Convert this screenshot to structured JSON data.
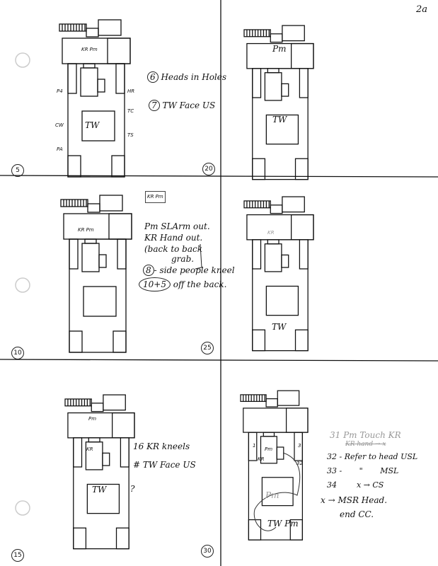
{
  "page_label": "2a",
  "panels": [
    {
      "number": "5",
      "diagram_labels": {
        "head": "KR Pm",
        "center": "TW",
        "left": [
          "P4",
          "CW",
          "PA"
        ],
        "right": [
          "HR",
          "TC",
          "TS"
        ]
      },
      "notes": [
        {
          "circled": "6",
          "text": "Heads in Holes"
        },
        {
          "circled": "7",
          "text": "TW Face US"
        }
      ]
    },
    {
      "number": "20",
      "diagram_labels": {
        "head": "Pm",
        "center": "TW"
      },
      "notes": []
    },
    {
      "number": "10",
      "diagram_labels": {
        "head": "KR Pm",
        "sketch": "KR Pm"
      },
      "notes": [
        {
          "text": "Pm SLArm out."
        },
        {
          "text": "KR Hand out."
        },
        {
          "text": "(back to back"
        },
        {
          "text": "grab."
        },
        {
          "circled": "8",
          "text": "- side people kneel"
        },
        {
          "circled": "10+5",
          "text": "off the back."
        }
      ]
    },
    {
      "number": "25",
      "diagram_labels": {
        "head": "KR",
        "bottom": "TW"
      },
      "notes": []
    },
    {
      "number": "15",
      "diagram_labels": {
        "head": "Pm",
        "podium": "KR",
        "center": "TW",
        "mark": "?"
      },
      "notes": [
        {
          "text": "16 KR kneels"
        },
        {
          "text": "# TW Face US"
        }
      ]
    },
    {
      "number": "30",
      "diagram_labels": {
        "podium": "Pm",
        "podium2": "KR",
        "center": "Pm",
        "bottom": "TW Pm",
        "arrow": "32",
        "marks": [
          "1",
          "3"
        ]
      },
      "notes": [
        {
          "text": "31 Pm Touch KR",
          "faint": true
        },
        {
          "text": "KR hand → x",
          "faint": true
        },
        {
          "text": "32 - Refer to head USL"
        },
        {
          "text": "33 -       \"       MSL"
        },
        {
          "text": "34        x → CS"
        },
        {
          "text": "x → MSR Head."
        },
        {
          "text": "end CC."
        }
      ]
    }
  ]
}
